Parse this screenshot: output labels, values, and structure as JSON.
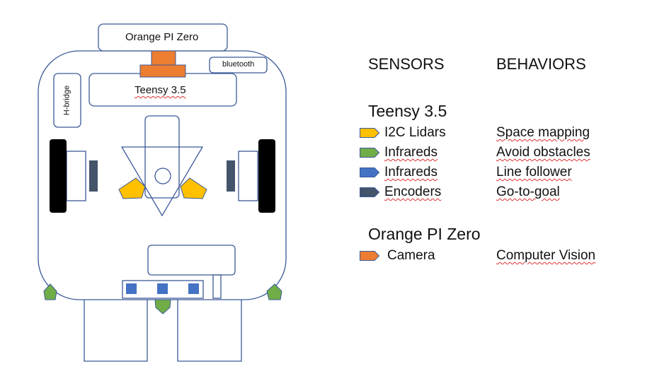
{
  "board_labels": {
    "orange_pi": "Orange PI Zero",
    "bluetooth": "bluetooth",
    "teensy": "Teensy 3.5",
    "hbridge": "H-bridge"
  },
  "legend": {
    "sensors_header": "SENSORS",
    "behaviors_header": "BEHAVIORS",
    "teensy_section": "Teensy 3.5",
    "orange_section": "Orange PI Zero",
    "teensy_rows": [
      {
        "sensor": "I2C Lidars",
        "behavior": "Space mapping",
        "icon": "yellow-pentagon-icon",
        "color": "#ffc000"
      },
      {
        "sensor": "Infrareds",
        "behavior": "Avoid obstacles",
        "icon": "green-pentagon-icon",
        "color": "#70ad47"
      },
      {
        "sensor": "Infrareds",
        "behavior": "Line follower",
        "icon": "blue-pentagon-icon",
        "color": "#4472c4"
      },
      {
        "sensor": "Encoders",
        "behavior": "Go-to-goal",
        "icon": "navy-pentagon-icon",
        "color": "#44546a"
      }
    ],
    "orange_rows": [
      {
        "sensor": "Camera",
        "behavior": "Computer Vision",
        "icon": "orange-pentagon-icon",
        "color": "#ed7d31"
      }
    ]
  },
  "colors": {
    "outline": "#3b5998",
    "lidar": "#ffc000",
    "infrared_green": "#70ad47",
    "infrared_blue": "#4472c4",
    "encoder": "#44546a",
    "camera": "#ed7d31",
    "wheel": "#000000"
  }
}
